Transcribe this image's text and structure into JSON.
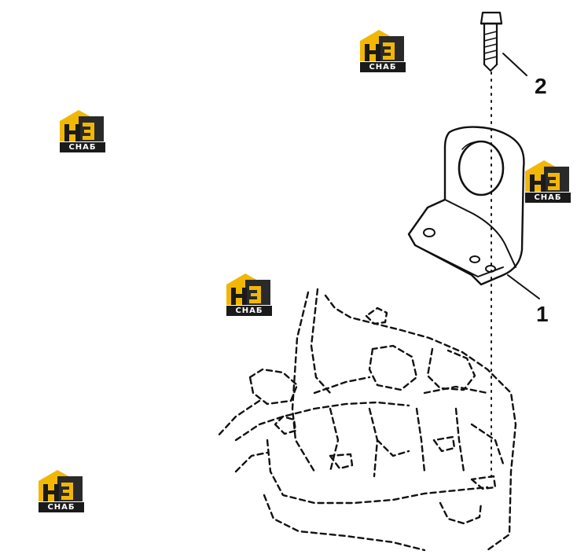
{
  "watermark": {
    "icon": "house-logo-icon",
    "letters": "H3",
    "caption": "СНАБ",
    "colors": {
      "roof": "#f2b705",
      "body": "#2a2a2a",
      "letter_h": "#1a1a1a",
      "letter_3": "#f2b705"
    }
  },
  "callouts": {
    "bracket": "1",
    "bolt": "2"
  },
  "colors": {
    "line": "#111111",
    "background": "#ffffff"
  }
}
